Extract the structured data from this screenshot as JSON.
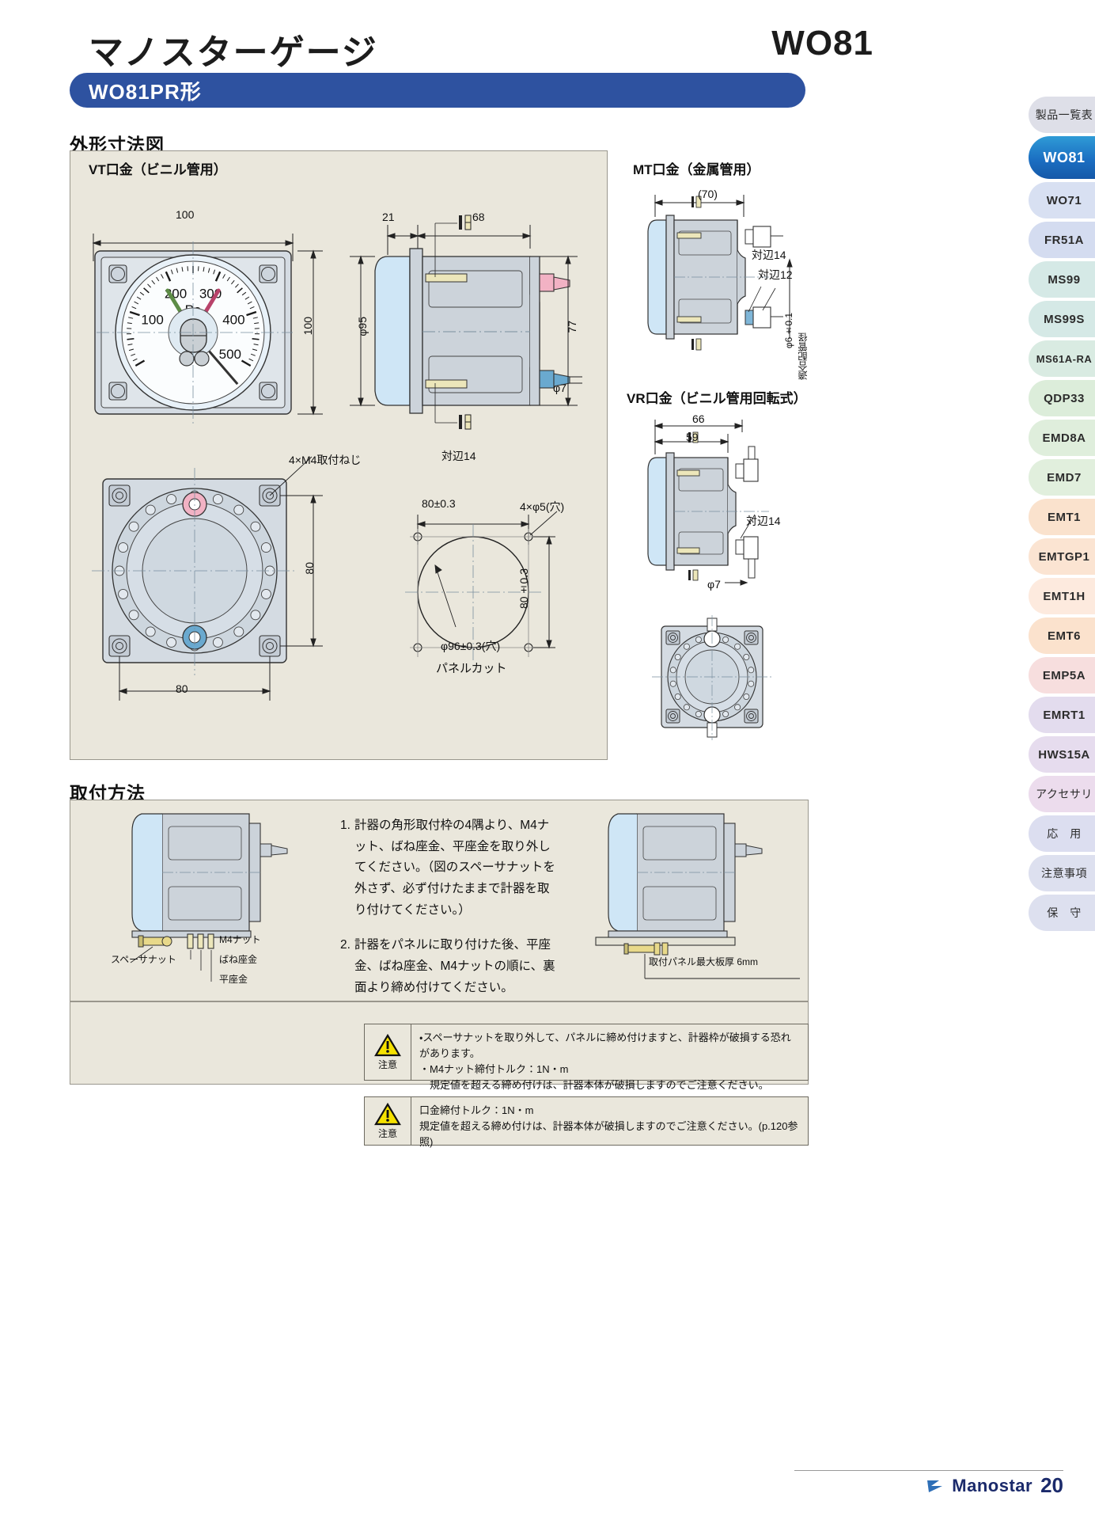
{
  "header": {
    "product_title": "マノスターゲージ",
    "model_code": "WO81",
    "series_bar": "WO81PR形"
  },
  "sections": {
    "dimensions_heading": "外形寸法図",
    "mounting_heading": "取付方法"
  },
  "panels": {
    "vt": {
      "label": "VT口金（ビニル管用）"
    },
    "mt": {
      "label": "MT口金（金属管用）"
    },
    "vr": {
      "label": "VR口金（ビニル管用回転式）"
    }
  },
  "gauge": {
    "unit": "Pa",
    "scale_labels": [
      "100",
      "200",
      "300",
      "400",
      "500"
    ],
    "range_min": 0,
    "range_max": 500,
    "needle_green_value": 185,
    "needle_red_value": 315,
    "pointer_black_value": 540
  },
  "dimensions": {
    "vt_front_width": "100",
    "vt_front_height": "100",
    "vt_side_front_depth": "21",
    "vt_side_body_depth": "68",
    "vt_bezel_dia": "φ95",
    "vt_side_height": "77",
    "vt_nipple_dia": "φ7",
    "vt_hex_flat": "対辺14",
    "vt_screw_note": "4×M4取付ねじ",
    "vt_rear_width": "80",
    "vt_rear_height": "80",
    "panelcut_width": "80±0.3",
    "panelcut_height": "80±0.3",
    "panelcut_holes": "4×φ5(穴)",
    "panelcut_bore": "φ96±0.3(穴)",
    "panelcut_caption": "パネルカット",
    "mt_overall": "(70)",
    "mt_hex14": "対辺14",
    "mt_hex12": "対辺12",
    "mt_tube": "φ6±0.1",
    "mt_tube_note": "適合配管径",
    "vr_overall": "66",
    "vr_inner": "59",
    "vr_hex14": "対辺14",
    "vr_nipple_dia": "φ7"
  },
  "mounting": {
    "callout_spacer": "スペーサナット",
    "callout_m4nut": "M4ナット",
    "callout_spring": "ばね座金",
    "callout_flat": "平座金",
    "callout_panel_thickness": "取付パネル最大板厚 6mm",
    "steps": [
      {
        "num": "1.",
        "text": "計器の角形取付枠の4隅より、M4ナット、ばね座金、平座金を取り外してください。（図のスペーサナットを外さず、必ず付けたままで計器を取り付けてください。）"
      },
      {
        "num": "2.",
        "text": "計器をパネルに取り付けた後、平座金、ばね座金、M4ナットの順に、裏面より締め付けてください。"
      }
    ]
  },
  "cautions": [
    {
      "label": "注意",
      "lines": [
        "・スペーサナットを取り外して、パネルに締め付けますと、計器枠が破損する恐れがあります。",
        "・M4ナット締付トルク：1N・m",
        "　規定値を超える締め付けは、計器本体が破損しますのでご注意ください。"
      ]
    },
    {
      "label": "注意",
      "lines": [
        "口金締付トルク：1N・m",
        "規定値を超える締め付けは、計器本体が破損しますのでご注意ください。(p.120参照)"
      ]
    }
  ],
  "sidebar": {
    "items": [
      {
        "label": "製品一覧表",
        "color": "#dedfe8",
        "style": "jp",
        "active": false
      },
      {
        "label": "WO81",
        "color": "#1b6fc2",
        "style": "model",
        "active": true
      },
      {
        "label": "WO71",
        "color": "#d8e0f2",
        "style": "model",
        "active": false
      },
      {
        "label": "FR51A",
        "color": "#d4dcf0",
        "style": "model",
        "active": false
      },
      {
        "label": "MS99",
        "color": "#d5e9e6",
        "style": "model",
        "active": false
      },
      {
        "label": "MS99S",
        "color": "#d5e9e6",
        "style": "model",
        "active": false
      },
      {
        "label": "MS61A-RA",
        "color": "#d9ebe2",
        "style": "small",
        "active": false
      },
      {
        "label": "QDP33",
        "color": "#dcedda",
        "style": "model",
        "active": false
      },
      {
        "label": "EMD8A",
        "color": "#dfeedc",
        "style": "model",
        "active": false
      },
      {
        "label": "EMD7",
        "color": "#e1efdd",
        "style": "model",
        "active": false
      },
      {
        "label": "EMT1",
        "color": "#fae2cd",
        "style": "model",
        "active": false
      },
      {
        "label": "EMTGP1",
        "color": "#fbe4d2",
        "style": "model",
        "active": false
      },
      {
        "label": "EMT1H",
        "color": "#fdeade",
        "style": "model",
        "active": false
      },
      {
        "label": "EMT6",
        "color": "#fbe2cd",
        "style": "model",
        "active": false
      },
      {
        "label": "EMP5A",
        "color": "#f7dede",
        "style": "model",
        "active": false
      },
      {
        "label": "EMRT1",
        "color": "#e3dcee",
        "style": "model",
        "active": false
      },
      {
        "label": "HWS15A",
        "color": "#e6dcee",
        "style": "model",
        "active": false
      },
      {
        "label": "アクセサリ",
        "color": "#ecdced",
        "style": "jp",
        "active": false
      },
      {
        "label": "応　用",
        "color": "#dcdef0",
        "style": "jp",
        "active": false
      },
      {
        "label": "注意事項",
        "color": "#dde0ef",
        "style": "jp",
        "active": false
      },
      {
        "label": "保　守",
        "color": "#dde0ef",
        "style": "jp",
        "active": false
      }
    ]
  },
  "footer": {
    "brand": "Manostar",
    "page": "20"
  },
  "colors": {
    "title_bar": "#2e52a0",
    "panel_bg": "#eae7dc",
    "active_tab": "#1b6fc2",
    "caution_yellow": "#f5e100",
    "brand": "#1b2a6b"
  }
}
